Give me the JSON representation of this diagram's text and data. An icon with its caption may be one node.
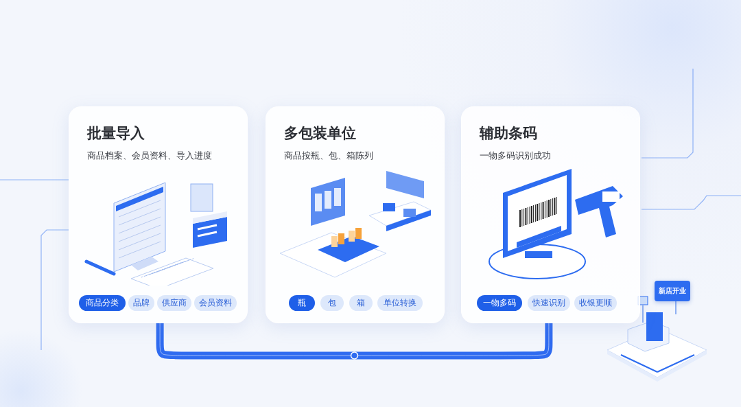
{
  "diagram": {
    "nodes": [
      {
        "text": [
          "批量导入",
          "商品档案、会员资料、导入进度"
        ]
      },
      {
        "text": [
          "商品分类"
        ],
        "in": 0
      },
      {
        "text": [
          "品牌"
        ],
        "in": 0
      },
      {
        "text": [
          "供应商"
        ],
        "in": 0
      },
      {
        "text": [
          "会员资料"
        ],
        "in": 0
      },
      {
        "text": [
          "多包装单位",
          "商品按瓶、包、箱陈列"
        ]
      },
      {
        "text": [
          "瓶"
        ],
        "in": 5
      },
      {
        "text": [
          "包"
        ],
        "in": 5
      },
      {
        "text": [
          "箱"
        ],
        "in": 5
      },
      {
        "text": [
          "单位转换"
        ],
        "in": 5
      },
      {
        "text": [
          "辅助条码",
          "一物多码识别成功"
        ]
      },
      {
        "text": [
          "一物多码"
        ],
        "in": 10
      },
      {
        "text": [
          "快速识别"
        ],
        "in": 10
      },
      {
        "text": [
          "收银更顺"
        ],
        "in": 10
      },
      {
        "text": [
          "新店开业"
        ]
      }
    ],
    "edges": [
      {
        "from": 0,
        "to": 10,
        "arrow": "none"
      }
    ]
  }
}
